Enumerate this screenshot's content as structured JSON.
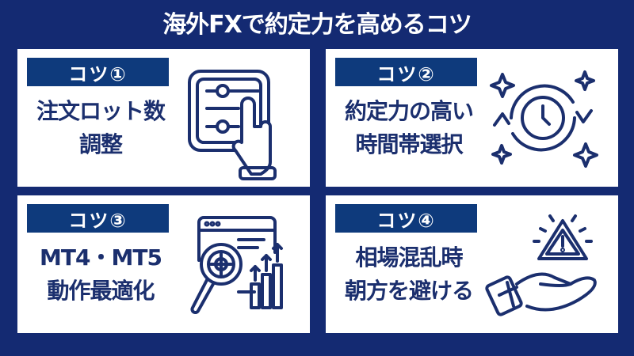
{
  "title": "海外FXで約定力を高めるコツ",
  "colors": {
    "background": "#142a72",
    "card": "#ffffff",
    "label": "#0e3a7c",
    "text": "#1b2f6e"
  },
  "tips": [
    {
      "label": "コツ①",
      "line1": "注文ロット数",
      "line2": "調整",
      "icon": "slider-touch-icon"
    },
    {
      "label": "コツ②",
      "line1": "約定力の高い",
      "line2": "時間帯選択",
      "icon": "clock-cycle-icon"
    },
    {
      "label": "コツ③",
      "line1": "MT4・MT5",
      "line2": "動作最適化",
      "icon": "analytics-search-icon"
    },
    {
      "label": "コツ④",
      "line1": "相場混乱時",
      "line2": "朝方を避ける",
      "icon": "hand-warning-icon"
    }
  ]
}
